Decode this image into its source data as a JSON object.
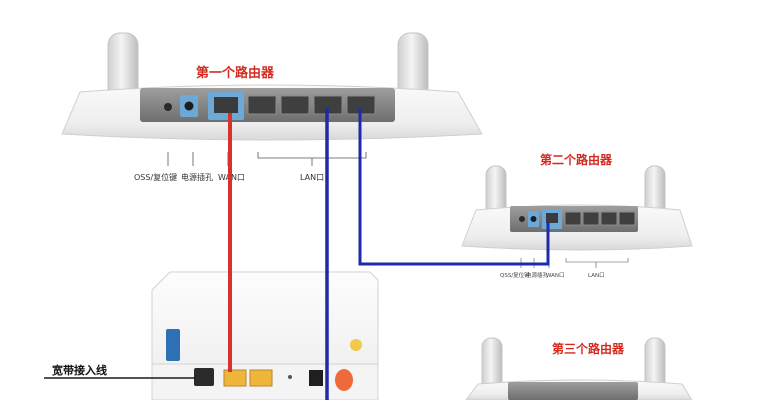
{
  "router1": {
    "title": "第一个路由器",
    "label_reset": "OSS/复位键",
    "label_power": "电源插孔",
    "label_wan": "WAN口",
    "label_lan": "LAN口"
  },
  "router2": {
    "title": "第二个路由器",
    "label_reset": "QSS/复位键",
    "label_power": "电源插孔",
    "label_wan": "WAN口",
    "label_lan": "LAN口"
  },
  "router3": {
    "title": "第三个路由器"
  },
  "modem": {
    "broadband_label": "宽带接入线"
  },
  "colors": {
    "wan_cable": "#d8332b",
    "lan_cable": "#1f2aa8",
    "title_red": "#d42a1f"
  }
}
